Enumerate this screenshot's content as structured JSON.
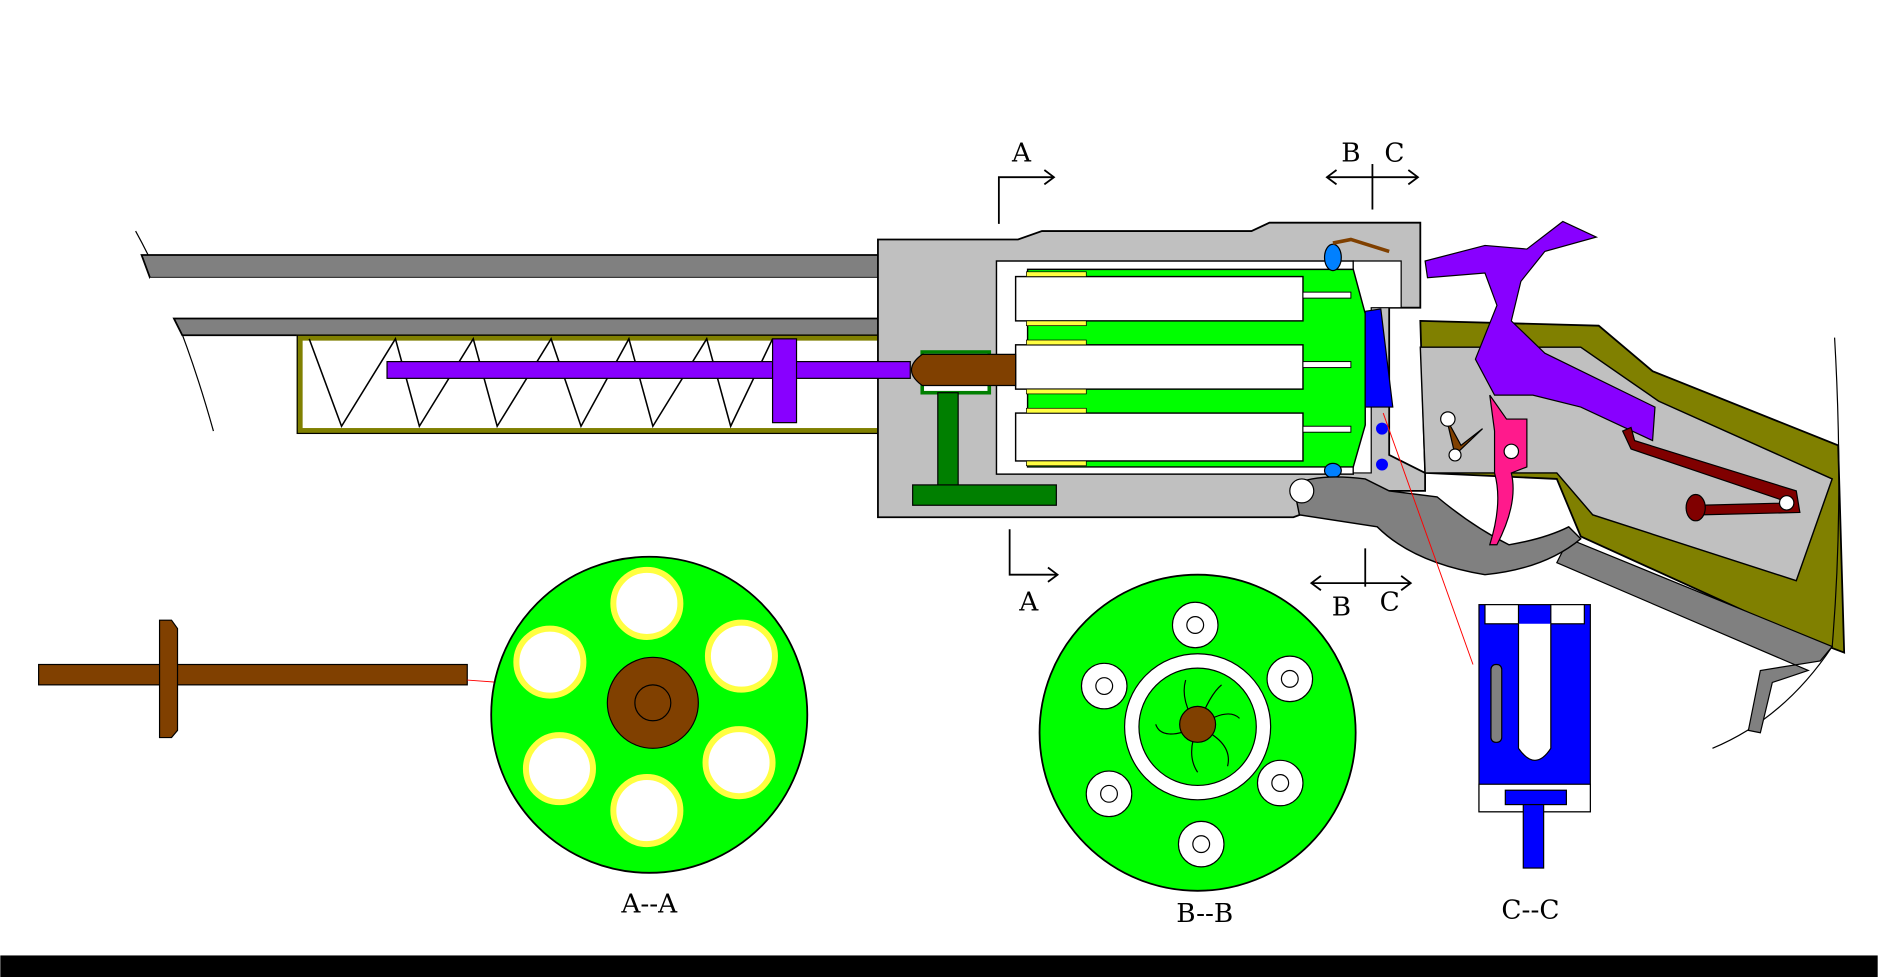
{
  "diagram": {
    "section_marks": {
      "a_top": "A",
      "a_bottom": "A",
      "b_top": "B",
      "c_top": "C",
      "b_bottom": "B",
      "c_bottom": "C"
    },
    "section_captions": {
      "a": "A--A",
      "b": "B--B",
      "c": "C--C"
    },
    "colors": {
      "frame": "#c0c0c0",
      "barrel": "#808080",
      "cylinder": "#00ff00",
      "grip": "#808000",
      "rod": "#8800ff",
      "piston": "#804000",
      "support": "#007f00",
      "latch": "#0000ff",
      "trigger": "#ff1a8c",
      "mainspring": "#800000",
      "chamber_rim": "#ffff40"
    }
  }
}
